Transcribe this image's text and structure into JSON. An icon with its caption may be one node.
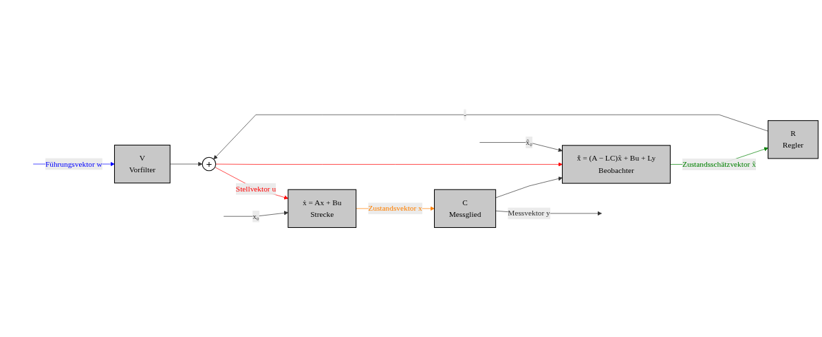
{
  "diagram": {
    "nodes": [
      {
        "text": [
          "V",
          "Vorfilter"
        ]
      },
      {
        "text": [
          "+"
        ]
      },
      {
        "text": [
          "ẋ = Ax + Bu",
          "Strecke"
        ]
      },
      {
        "text": [
          "C",
          "Messglied"
        ]
      },
      {
        "text": [
          "x̂̇ = (A − LC)x̂ + Bu + Ly",
          "Beobachter"
        ]
      },
      {
        "text": [
          "R",
          "Regler"
        ]
      }
    ],
    "edges": [
      {
        "from": null,
        "to": 0,
        "arrow": "to",
        "label": "Führungsvektor w",
        "color": "#0000ff"
      },
      {
        "from": 0,
        "to": 1,
        "arrow": "to"
      },
      {
        "from": 1,
        "to": 2,
        "arrow": "to",
        "label": "Stellvektor u",
        "color": "#ff0000"
      },
      {
        "from": 1,
        "to": 4,
        "arrow": "to",
        "color": "#ff0000"
      },
      {
        "from": null,
        "to": 2,
        "arrow": "to",
        "label": "x₀"
      },
      {
        "from": 2,
        "to": 3,
        "arrow": "to",
        "label": "Zustandsvektor x",
        "color": "#ff8000"
      },
      {
        "from": 3,
        "to": null,
        "arrow": "to",
        "label": "Messvektor y"
      },
      {
        "from": 3,
        "to": 4,
        "arrow": "to"
      },
      {
        "from": null,
        "to": 4,
        "arrow": "to",
        "label": "x̂₀"
      },
      {
        "from": 4,
        "to": 5,
        "arrow": "to",
        "label": "Zustandsschätzvektor x̂",
        "color": "#008000"
      },
      {
        "from": 5,
        "to": 1,
        "arrow": "to",
        "label": "-"
      }
    ]
  }
}
